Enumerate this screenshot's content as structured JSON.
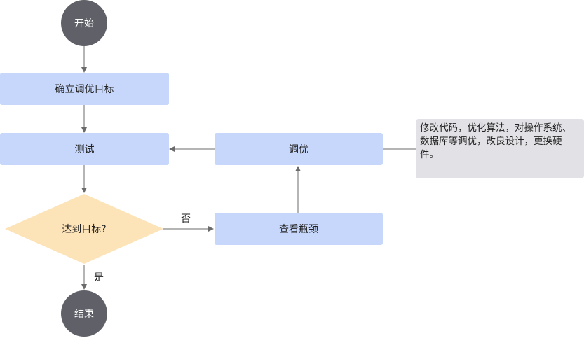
{
  "colors": {
    "terminal": "#5f6068",
    "process": "#c6d7fb",
    "decision": "#fde4b8",
    "note": "#e2e2e6",
    "edge": "#6b6b6b"
  },
  "nodes": {
    "start": "开始",
    "set_goal": "确立调优目标",
    "test": "测试",
    "decision": "达到目标?",
    "check_bottleneck": "查看瓶颈",
    "tune": "调优",
    "end": "结束"
  },
  "note": "修改代码，优化算法，对操作系统、数据库等调优，改良设计，更换硬件。",
  "edge_labels": {
    "no": "否",
    "yes": "是"
  }
}
